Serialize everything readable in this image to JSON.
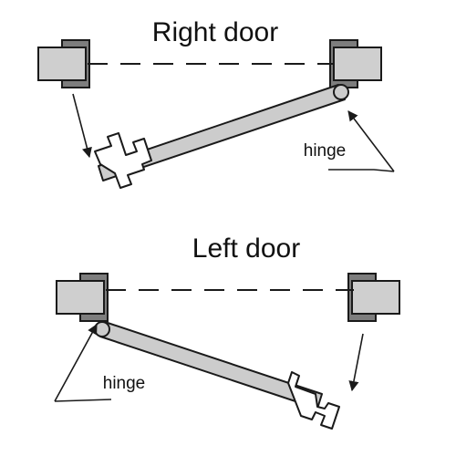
{
  "diagram": {
    "right_door": {
      "title": "Right door",
      "hinge_label": "hinge"
    },
    "left_door": {
      "title": "Left door",
      "hinge_label": "hinge"
    }
  },
  "colors": {
    "frame_light": "#cfcfcf",
    "frame_dark": "#7d7d7d",
    "door_fill": "#cccccc",
    "line": "#1a1a1a"
  }
}
